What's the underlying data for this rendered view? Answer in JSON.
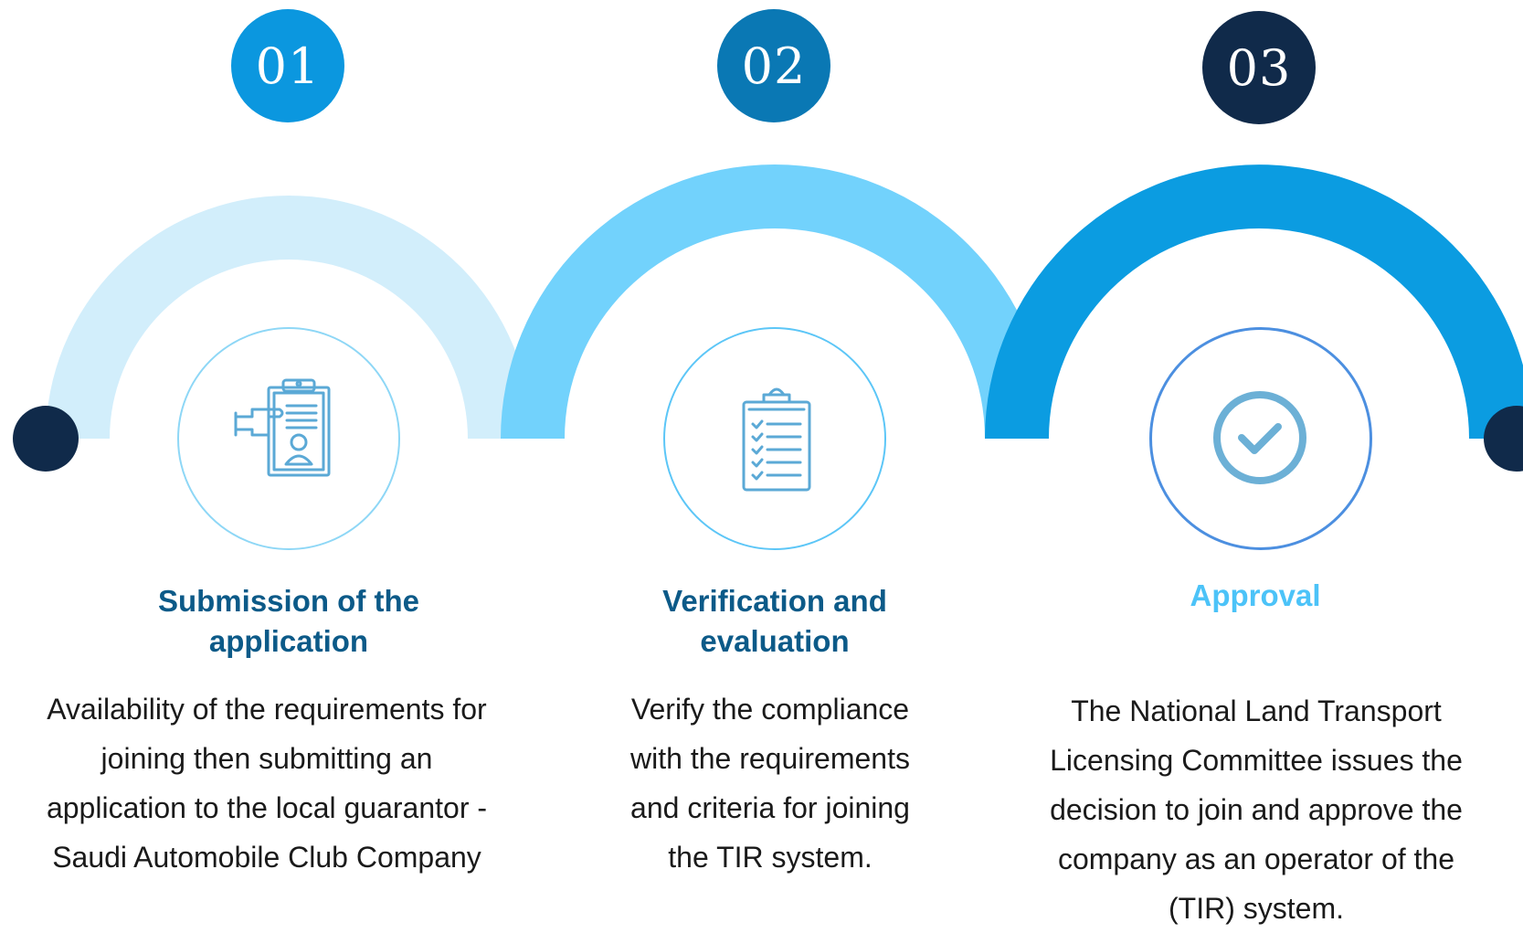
{
  "colors": {
    "arc1": "#d2eefb",
    "arc2": "#72d2fc",
    "arc3": "#0b9ce1",
    "dot": "#102a4a",
    "badge1": "#0b97df",
    "badge2": "#0a78b4",
    "badge3": "#102a4a",
    "title_dark": "#0c5a88",
    "title_light": "#4cc3f8",
    "icon_stroke": "#5ba9d6"
  },
  "steps": [
    {
      "number": "01",
      "icon": "id-card-application-icon",
      "title_line1": "Submission of the",
      "title_line2": "application",
      "desc_lines": [
        "Availability of the requirements for",
        "joining then submitting an",
        "application to the local guarantor -",
        "Saudi Automobile Club Company"
      ]
    },
    {
      "number": "02",
      "icon": "checklist-clipboard-icon",
      "title_line1": "Verification and",
      "title_line2": "evaluation",
      "desc_lines": [
        "Verify the compliance",
        "with the requirements",
        "and criteria for joining",
        "the TIR system."
      ]
    },
    {
      "number": "03",
      "icon": "checkmark-circle-icon",
      "title_line1": "Approval",
      "desc_lines": [
        "The National Land Transport",
        "Licensing Committee issues the",
        "decision to join and approve the",
        "company as an operator of the",
        "(TIR) system."
      ]
    }
  ]
}
